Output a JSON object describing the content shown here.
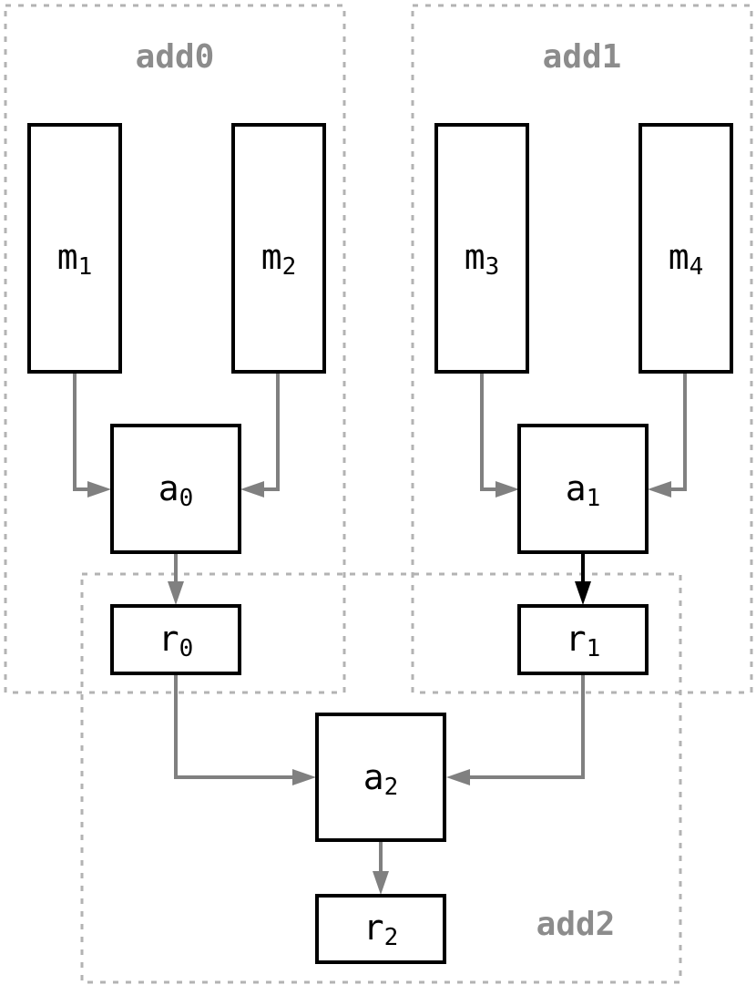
{
  "groups": [
    {
      "id": "add0",
      "label": "add0"
    },
    {
      "id": "add1",
      "label": "add1"
    },
    {
      "id": "add2",
      "label": "add2"
    }
  ],
  "nodes": [
    {
      "id": "m1",
      "base": "m",
      "sub": "1"
    },
    {
      "id": "m2",
      "base": "m",
      "sub": "2"
    },
    {
      "id": "m3",
      "base": "m",
      "sub": "3"
    },
    {
      "id": "m4",
      "base": "m",
      "sub": "4"
    },
    {
      "id": "a0",
      "base": "a",
      "sub": "0"
    },
    {
      "id": "a1",
      "base": "a",
      "sub": "1"
    },
    {
      "id": "a2",
      "base": "a",
      "sub": "2"
    },
    {
      "id": "r0",
      "base": "r",
      "sub": "0"
    },
    {
      "id": "r1",
      "base": "r",
      "sub": "1"
    },
    {
      "id": "r2",
      "base": "r",
      "sub": "2"
    }
  ],
  "edges": [
    {
      "from": "m1",
      "to": "a0"
    },
    {
      "from": "m2",
      "to": "a0"
    },
    {
      "from": "m3",
      "to": "a1"
    },
    {
      "from": "m4",
      "to": "a1"
    },
    {
      "from": "a0",
      "to": "r0"
    },
    {
      "from": "a1",
      "to": "r1",
      "emphasis": true
    },
    {
      "from": "r0",
      "to": "a2"
    },
    {
      "from": "r1",
      "to": "a2"
    },
    {
      "from": "a2",
      "to": "r2"
    }
  ],
  "colors": {
    "group_border": "#b3b3b3",
    "group_label": "#8c8c8c",
    "edge": "#808080",
    "edge_emphasis": "#000000",
    "node_border": "#000000"
  }
}
